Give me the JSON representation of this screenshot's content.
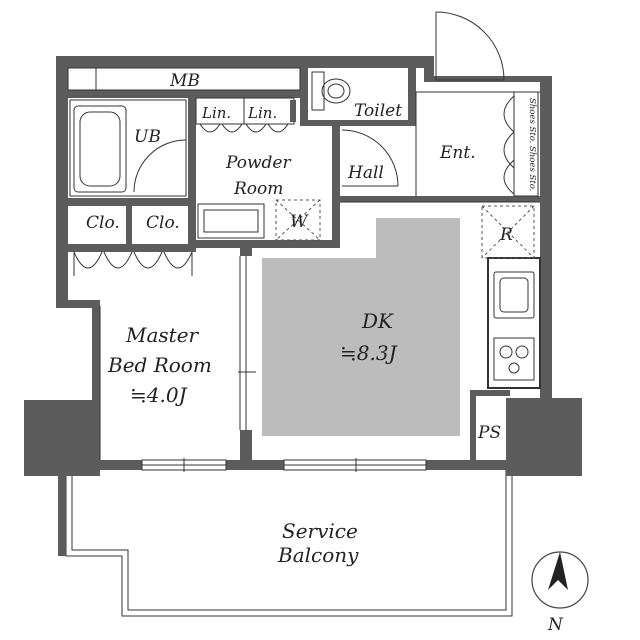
{
  "colors": {
    "wall": "#5c5c5c",
    "line": "#333333",
    "dk_fill": "#bcbcbc",
    "background": "#ffffff"
  },
  "rooms": {
    "mb": "MB",
    "toilet": "Toilet",
    "ub": "UB",
    "lin_1": "Lin.",
    "lin_2": "Lin.",
    "powder_room_line1": "Powder",
    "powder_room_line2": "Room",
    "hall": "Hall",
    "entrance": "Ent.",
    "shoes_1": "Shoes Sto.",
    "shoes_2": "Shoes Sto.",
    "washer": "W",
    "fridge": "R",
    "closet_1": "Clo.",
    "closet_2": "Clo.",
    "master_bed_line1": "Master",
    "master_bed_line2": "Bed Room",
    "master_bed_size": "≒4.0J",
    "dk": "DK",
    "dk_size": "≒8.3J",
    "ps": "PS",
    "balcony_line1": "Service",
    "balcony_line2": "Balcony"
  },
  "compass": {
    "north": "N",
    "icon": "north-arrow-icon"
  },
  "fixtures": {
    "bathtub": "bathtub-icon",
    "toilet": "toilet-icon",
    "sink": "sink-icon",
    "stove": "stove-icon"
  }
}
